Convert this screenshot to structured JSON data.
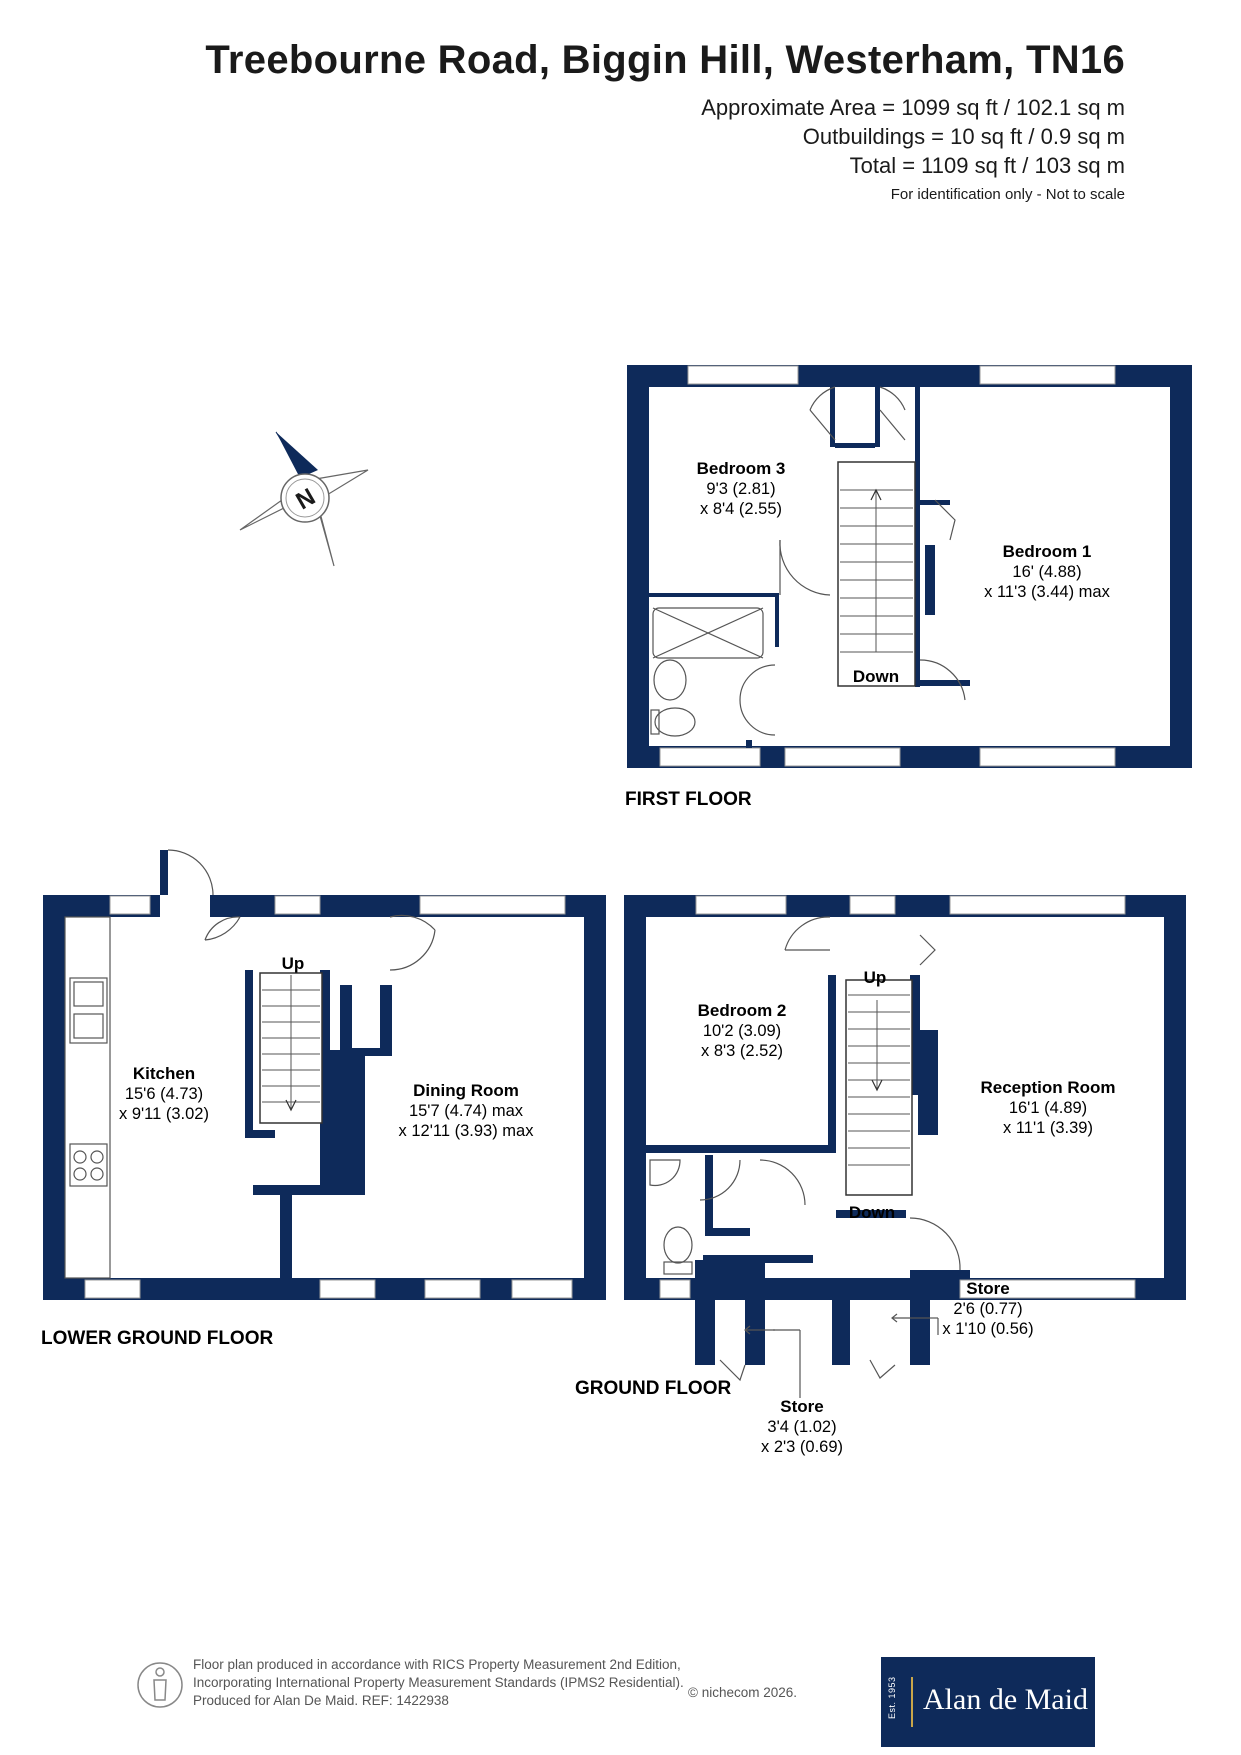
{
  "header": {
    "title": "Treebourne Road, Biggin Hill, Westerham, TN16",
    "area_lines": [
      "Approximate Area = 1099 sq ft / 102.1 sq m",
      "Outbuildings = 10 sq ft / 0.9 sq m",
      "Total = 1109 sq ft / 103 sq m"
    ],
    "note": "For identification only - Not to scale"
  },
  "compass": {
    "letter": "N"
  },
  "floors": {
    "first": {
      "label": "FIRST FLOOR",
      "rooms": [
        {
          "name": "Bedroom 3",
          "dims": [
            "9'3 (2.81)",
            "x 8'4 (2.55)"
          ]
        },
        {
          "name": "Bedroom 1",
          "dims": [
            "16' (4.88)",
            "x 11'3 (3.44) max"
          ]
        }
      ],
      "stairs": "Down"
    },
    "lower_ground": {
      "label": "LOWER GROUND FLOOR",
      "rooms": [
        {
          "name": "Kitchen",
          "dims": [
            "15'6 (4.73)",
            "x 9'11 (3.02)"
          ]
        },
        {
          "name": "Dining Room",
          "dims": [
            "15'7 (4.74) max",
            "x 12'11 (3.93) max"
          ]
        }
      ],
      "stairs": "Up"
    },
    "ground": {
      "label": "GROUND FLOOR",
      "rooms": [
        {
          "name": "Bedroom 2",
          "dims": [
            "10'2 (3.09)",
            "x 8'3 (2.52)"
          ]
        },
        {
          "name": "Reception Room",
          "dims": [
            "16'1 (4.89)",
            "x 11'1 (3.39)"
          ]
        },
        {
          "name": "Store",
          "dims": [
            "2'6 (0.77)",
            "x 1'10 (0.56)"
          ]
        },
        {
          "name": "Store",
          "dims": [
            "3'4 (1.02)",
            "x 2'3 (0.69)"
          ]
        }
      ],
      "stairs_up": "Up",
      "stairs_down": "Down"
    }
  },
  "footer": {
    "lines": [
      "Floor plan produced in accordance with RICS Property Measurement 2nd Edition,",
      "Incorporating International Property Measurement Standards (IPMS2 Residential).",
      "Produced for Alan De Maid.   REF:  1422938"
    ],
    "copyright": "© nichecom 2026.",
    "logo_est": "Est. 1953",
    "logo_name": "Alan de Maid"
  },
  "colors": {
    "wall": "#0e2a5a",
    "text": "#1a1a1a"
  }
}
